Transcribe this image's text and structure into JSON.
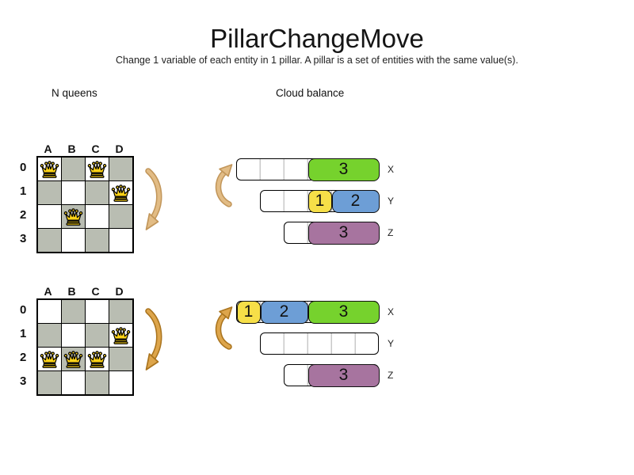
{
  "title": "PillarChangeMove",
  "subtitle": "Change 1 variable of each entity in 1 pillar. A pillar is a set of entities with the same value(s).",
  "colors": {
    "green": "#76d22d",
    "yellow": "#f6df48",
    "blue": "#6d9ed6",
    "purple": "#a7749f",
    "cell_gray": "#b9bdb2",
    "queen_gold": "#ffd417",
    "arrow_light": "#e2bc85",
    "arrow_light_outline": "#c2965a",
    "arrow_dark": "#dda54b",
    "arrow_dark_outline": "#aa741e"
  },
  "nqueens": {
    "label": "N queens",
    "columns": [
      "A",
      "B",
      "C",
      "D"
    ],
    "rows": [
      "0",
      "1",
      "2",
      "3"
    ],
    "boards": [
      {
        "name": "before",
        "queens": [
          {
            "col": "A",
            "row": "0"
          },
          {
            "col": "C",
            "row": "0"
          },
          {
            "col": "D",
            "row": "1"
          },
          {
            "col": "B",
            "row": "2"
          }
        ]
      },
      {
        "name": "after",
        "queens": [
          {
            "col": "D",
            "row": "1"
          },
          {
            "col": "A",
            "row": "2"
          },
          {
            "col": "B",
            "row": "2"
          },
          {
            "col": "C",
            "row": "2"
          }
        ]
      }
    ]
  },
  "cloudbalance": {
    "label": "Cloud balance",
    "states": [
      {
        "name": "before",
        "bars": [
          {
            "label": "X",
            "capacity": 6,
            "segments": [
              {
                "value": "3",
                "color": "green",
                "size": 3
              }
            ]
          },
          {
            "label": "Y",
            "capacity": 5,
            "segments": [
              {
                "value": "1",
                "color": "yellow",
                "size": 1
              },
              {
                "value": "2",
                "color": "blue",
                "size": 2
              }
            ]
          },
          {
            "label": "Z",
            "capacity": 4,
            "segments": [
              {
                "value": "3",
                "color": "purple",
                "size": 3
              }
            ]
          }
        ]
      },
      {
        "name": "after",
        "bars": [
          {
            "label": "X",
            "capacity": 6,
            "segments": [
              {
                "value": "1",
                "color": "yellow",
                "size": 1
              },
              {
                "value": "2",
                "color": "blue",
                "size": 2
              },
              {
                "value": "3",
                "color": "green",
                "size": 3
              }
            ]
          },
          {
            "label": "Y",
            "capacity": 5,
            "segments": []
          },
          {
            "label": "Z",
            "capacity": 4,
            "segments": [
              {
                "value": "3",
                "color": "purple",
                "size": 3
              }
            ]
          }
        ]
      }
    ]
  }
}
